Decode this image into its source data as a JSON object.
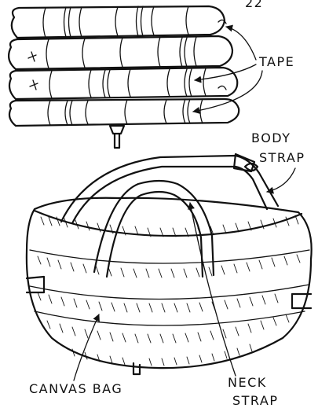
{
  "labels": {
    "page_number": "22",
    "tape": "TAPE",
    "body_strap_line1": "BODY",
    "body_strap_line2": "STRAP",
    "canvas_bag": "CANVAS BAG",
    "neck_strap_line1": "NECK",
    "neck_strap_line2": "STRAP"
  }
}
